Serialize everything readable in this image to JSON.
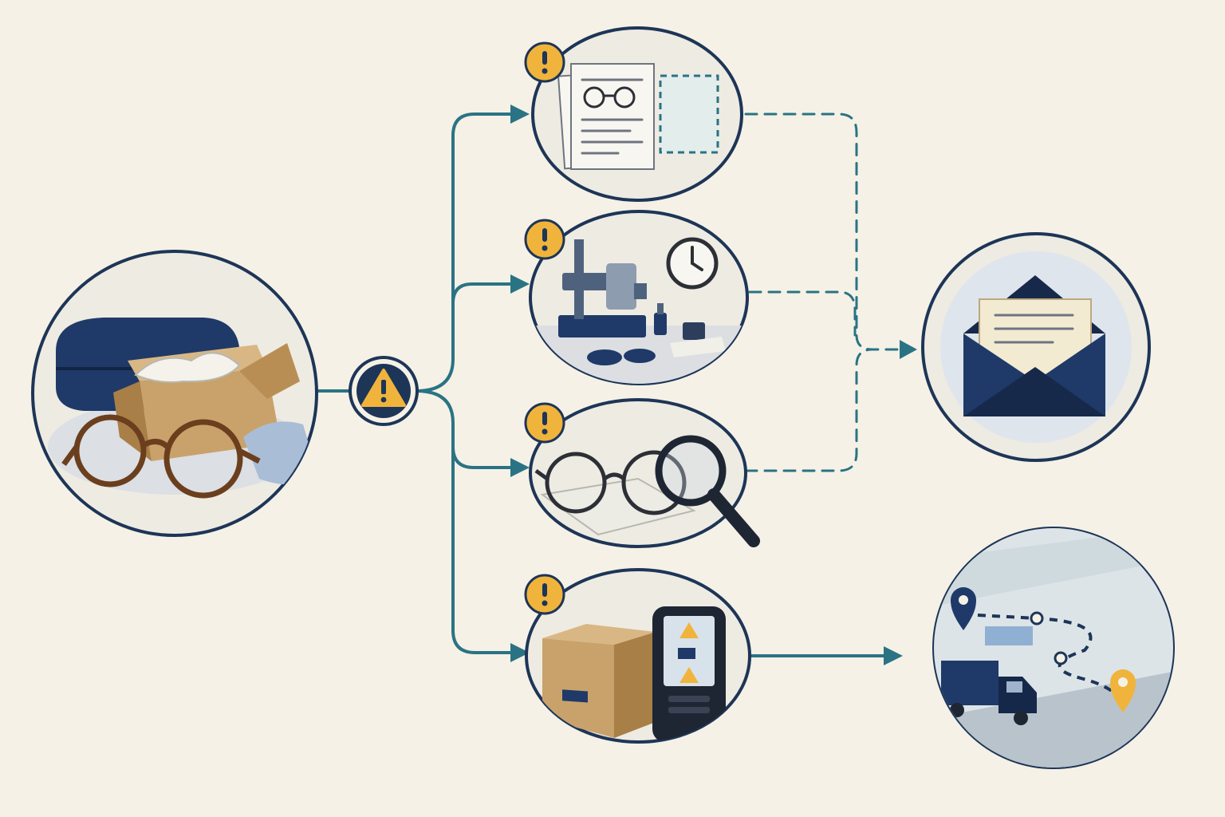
{
  "colors": {
    "background": "#f5f1e6",
    "node_outline": "#1d3557",
    "connector": "#2a7384",
    "warning": "#f0b43c",
    "navy": "#1f3a68"
  },
  "nodes": {
    "source": {
      "icon": "eyeglasses-box-package-icon"
    },
    "hub": {
      "icon": "warning-triangle-icon"
    },
    "branch_documents": {
      "icon": "prescription-document-icon",
      "badge": "exclamation-icon"
    },
    "branch_lab": {
      "icon": "lens-lab-equipment-icon",
      "badge": "exclamation-icon"
    },
    "branch_inspection": {
      "icon": "magnifier-inspection-icon",
      "badge": "exclamation-icon"
    },
    "branch_shipping": {
      "icon": "package-scanner-icon",
      "badge": "exclamation-icon"
    },
    "notification": {
      "icon": "envelope-letter-icon"
    },
    "tracking": {
      "icon": "delivery-map-truck-icon"
    }
  },
  "edges": [
    {
      "from": "source",
      "to": "hub",
      "style": "solid"
    },
    {
      "from": "hub",
      "to": "branch_documents",
      "style": "solid"
    },
    {
      "from": "hub",
      "to": "branch_lab",
      "style": "solid"
    },
    {
      "from": "hub",
      "to": "branch_inspection",
      "style": "solid"
    },
    {
      "from": "hub",
      "to": "branch_shipping",
      "style": "solid"
    },
    {
      "from": "branch_documents",
      "to": "notification",
      "style": "dashed"
    },
    {
      "from": "branch_lab",
      "to": "notification",
      "style": "dashed"
    },
    {
      "from": "branch_inspection",
      "to": "notification",
      "style": "dashed"
    },
    {
      "from": "branch_shipping",
      "to": "tracking",
      "style": "solid"
    }
  ]
}
